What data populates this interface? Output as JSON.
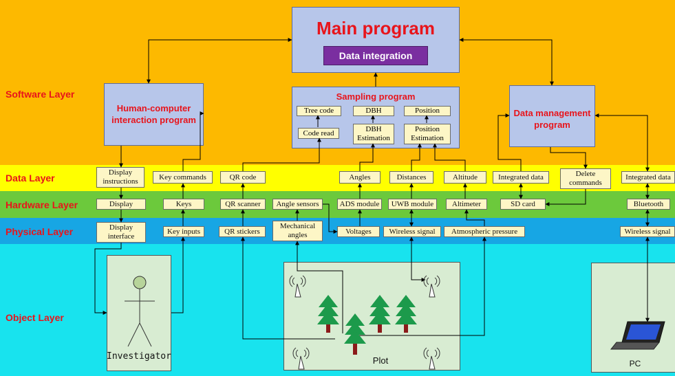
{
  "layers": {
    "software": "Software Layer",
    "data": "Data Layer",
    "hardware": "Hardware Layer",
    "physical": "Physical Layer",
    "object": "Object Layer"
  },
  "colors": {
    "software_band": "#fdb900",
    "data_band": "#ffff00",
    "hardware_band": "#6cc93c",
    "physical_band": "#17a6e4",
    "object_band": "#18e3ee",
    "module_fill": "#b7c6ea",
    "title_red": "#e8141b",
    "integration_purple": "#7a2ea0"
  },
  "main": {
    "title": "Main program",
    "integration": "Data integration"
  },
  "hci": {
    "title": "Human-computer interaction program"
  },
  "sampling": {
    "title": "Sampling program",
    "tree_code": "Tree code",
    "dbh": "DBH",
    "position": "Position",
    "code_read": "Code read",
    "dbh_est": "DBH Estimation",
    "pos_est": "Position Estimation"
  },
  "dmp": {
    "title": "Data management program"
  },
  "data_layer": {
    "display_instructions": "Display instructions",
    "key_commands": "Key commands",
    "qr_code": "QR code",
    "angles": "Angles",
    "distances": "Distances",
    "altitude": "Altitude",
    "integrated_data_1": "Integrated data",
    "delete_commands": "Delete commands",
    "integrated_data_2": "Integrated data"
  },
  "hardware_layer": {
    "display": "Display",
    "keys": "Keys",
    "qr_scanner": "QR scanner",
    "angle_sensors": "Angle sensors",
    "ads_module": "ADS module",
    "uwb_module": "UWB module",
    "altimeter": "Altimeter",
    "sd_card": "SD card",
    "bluetooth": "Bluetooth"
  },
  "physical_layer": {
    "display_interface": "Display interface",
    "key_inputs": "Key inputs",
    "qr_stickers": "QR stickers",
    "mechanical_angles": "Mechanical angles",
    "voltages": "Voltages",
    "wireless_signal_1": "Wireless signal",
    "atmospheric_pressure": "Atmospheric pressure",
    "wireless_signal_2": "Wireless signal"
  },
  "objects": {
    "investigator": "Investigator",
    "plot": "Plot",
    "pc": "PC"
  },
  "icons": [
    "person-icon",
    "tree-icon",
    "antenna-icon",
    "laptop-icon"
  ]
}
